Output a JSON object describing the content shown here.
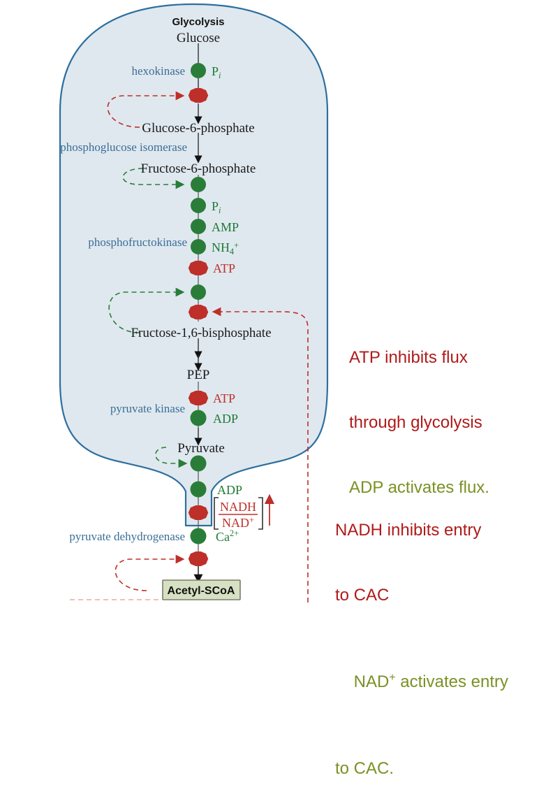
{
  "diagram": {
    "title": "Glycolysis",
    "cell_fill": "#dfe8ef",
    "cell_stroke": "#2e6f9e",
    "activator_color": "#2a7d38",
    "inhibitor_color": "#be2f2a",
    "enzyme_color": "#3b6e96",
    "metabolites": [
      {
        "id": "glucose",
        "label": "Glucose"
      },
      {
        "id": "g6p",
        "label": "Glucose-6-phosphate"
      },
      {
        "id": "f6p",
        "label": "Fructose-6-phosphate"
      },
      {
        "id": "f16bp",
        "label": "Fructose-1,6-bisphosphate"
      },
      {
        "id": "pep",
        "label": "PEP"
      },
      {
        "id": "pyruvate",
        "label": "Pyruvate"
      }
    ],
    "product_box": {
      "label": "Acetyl-SCoA",
      "fill": "#d6e0c2",
      "stroke": "#7b7b6a"
    },
    "enzymes": [
      {
        "id": "hexokinase",
        "label": "hexokinase"
      },
      {
        "id": "phosphoglucose-isomerase",
        "label": "phosphoglucose isomerase"
      },
      {
        "id": "phosphofructokinase",
        "label": "phosphofructokinase"
      },
      {
        "id": "pyruvate-kinase",
        "label": "pyruvate kinase"
      },
      {
        "id": "pyruvate-dehydrogenase",
        "label": "pyruvate dehydrogenase"
      }
    ],
    "regulators": [
      {
        "id": "hk-pi",
        "label": "P",
        "sub": "i",
        "type": "activator"
      },
      {
        "id": "hk-g6p",
        "label": "",
        "sub": "",
        "type": "inhibitor"
      },
      {
        "id": "pfk-f26",
        "label": "",
        "sub": "",
        "type": "activator"
      },
      {
        "id": "pfk-pi",
        "label": "P",
        "sub": "i",
        "type": "activator"
      },
      {
        "id": "pfk-amp",
        "label": "AMP",
        "sub": "",
        "type": "activator"
      },
      {
        "id": "pfk-nh4",
        "label": "NH",
        "sub": "4",
        "sup": "+",
        "type": "activator"
      },
      {
        "id": "pfk-atp",
        "label": "ATP",
        "sub": "",
        "type": "inhibitor"
      },
      {
        "id": "pfk-fbp",
        "label": "",
        "sub": "",
        "type": "activator"
      },
      {
        "id": "pfk-atp2",
        "label": "",
        "sub": "",
        "type": "inhibitor"
      },
      {
        "id": "pk-atp",
        "label": "ATP",
        "sub": "",
        "type": "inhibitor"
      },
      {
        "id": "pk-adp",
        "label": "ADP",
        "sub": "",
        "type": "activator"
      },
      {
        "id": "pdh-pyr",
        "label": "",
        "sub": "",
        "type": "activator"
      },
      {
        "id": "pdh-adp",
        "label": "ADP",
        "sub": "",
        "type": "activator"
      },
      {
        "id": "pdh-nadh",
        "label": "",
        "sub": "",
        "type": "inhibitor"
      },
      {
        "id": "pdh-ca",
        "label": "Ca",
        "sub": "",
        "sup": "2+",
        "type": "activator"
      },
      {
        "id": "pdh-acoa",
        "label": "",
        "sub": "",
        "type": "inhibitor"
      }
    ],
    "ratio": {
      "numerator": "NADH",
      "denominator": "NAD",
      "denominator_sup": "+",
      "trend": "up"
    }
  },
  "annotations": {
    "glycolysis": {
      "line1": "ATP inhibits flux",
      "line2": "through glycolysis",
      "line3_prefix": "ADP activates flux."
    },
    "cac": {
      "line1": "NADH inhibits entry",
      "line2": "to CAC",
      "line3_prefix": "NAD",
      "line3_sup": "+",
      "line3_suffix": " activates entry",
      "line4": "to CAC."
    }
  },
  "colors": {
    "annotation_inhibit": "#b01a1a",
    "annotation_activate": "#7a9125"
  }
}
